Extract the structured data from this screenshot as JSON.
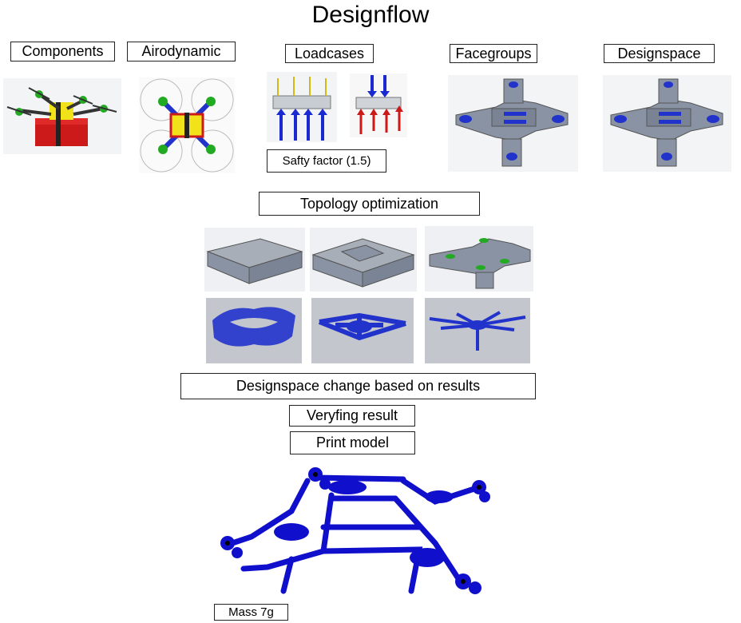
{
  "title": "Designflow",
  "stages": {
    "components": "Components",
    "airodynamic": "Airodynamic",
    "loadcases": "Loadcases",
    "facegroups": "Facegroups",
    "designspace": "Designspace",
    "safety_factor": "Safty factor (1.5)",
    "topology": "Topology optimization",
    "designspace_change": "Designspace change based on results",
    "verifying": "Veryfing result",
    "print": "Print model",
    "mass": "Mass 7g"
  },
  "colors": {
    "frame_grey": "#8a93a3",
    "frame_blue": "#2233cc",
    "print_blue": "#1010cc",
    "motor_green": "#22aa22",
    "battery_yellow": "#f2e21a",
    "base_red": "#cc1a1a",
    "arrow_blue": "#1a2ad0",
    "arrow_red": "#cc1a1a"
  }
}
